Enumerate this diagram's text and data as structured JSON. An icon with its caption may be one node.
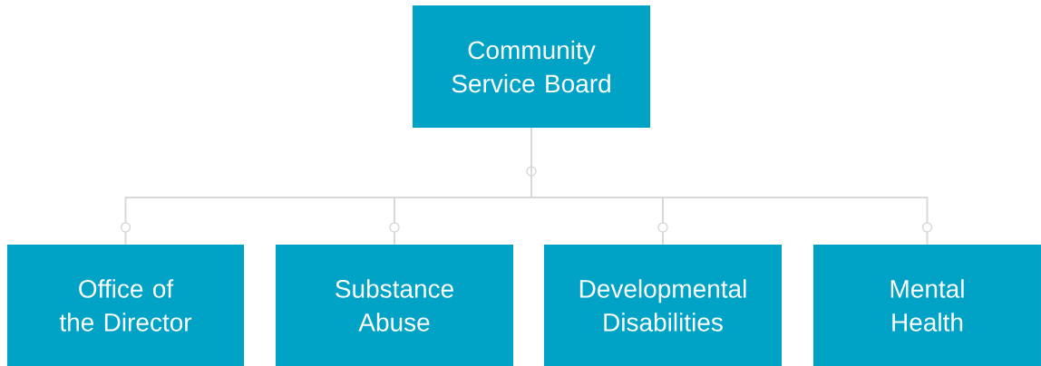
{
  "diagram": {
    "nodes": [
      {
        "text": [
          "Community Service Board"
        ]
      },
      {
        "text": [
          "Office of the Director"
        ]
      },
      {
        "text": [
          "Substance Abuse"
        ]
      },
      {
        "text": [
          "Developmental Disabilities"
        ]
      },
      {
        "text": [
          "Mental Health"
        ]
      }
    ],
    "edges": [
      {
        "from": 0,
        "to": 1,
        "arrow": "none"
      },
      {
        "from": 0,
        "to": 2,
        "arrow": "none"
      },
      {
        "from": 0,
        "to": 3,
        "arrow": "none"
      },
      {
        "from": 0,
        "to": 4,
        "arrow": "none"
      }
    ]
  }
}
